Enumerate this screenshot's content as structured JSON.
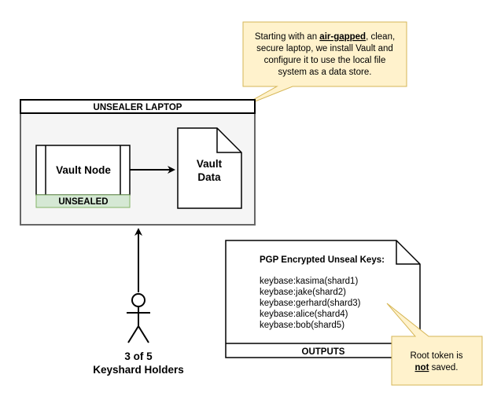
{
  "colors": {
    "callout_fill": "#fff2cc",
    "callout_stroke": "#d6b656",
    "laptop_fill": "#f5f5f5",
    "laptop_stroke": "#666666",
    "unsealed_fill": "#d5e8d4",
    "unsealed_stroke": "#82b366"
  },
  "callout_top": {
    "line1_prefix": "Starting with an ",
    "line1_emph": "air-gapped",
    "line1_suffix": ", clean,",
    "line2": "secure laptop, we install Vault and",
    "line3": "configure it to use the local file",
    "line4": "system as a data store."
  },
  "laptop": {
    "title": "UNSEALER LAPTOP",
    "vault_node": "Vault Node",
    "unsealed": "UNSEALED",
    "vault_data_line1": "Vault",
    "vault_data_line2": "Data"
  },
  "holders": {
    "line1": "3 of 5",
    "line2": "Keyshard Holders"
  },
  "outputs": {
    "heading": "PGP Encrypted Unseal Keys:",
    "keys": [
      "keybase:kasima(shard1)",
      "keybase:jake(shard2)",
      "keybase:gerhard(shard3)",
      "keybase:alice(shard4)",
      "keybase:bob(shard5)"
    ],
    "footer": "OUTPUTS"
  },
  "callout_root": {
    "line1": "Root token is",
    "line2_emph": "not",
    "line2_suffix": " saved."
  }
}
